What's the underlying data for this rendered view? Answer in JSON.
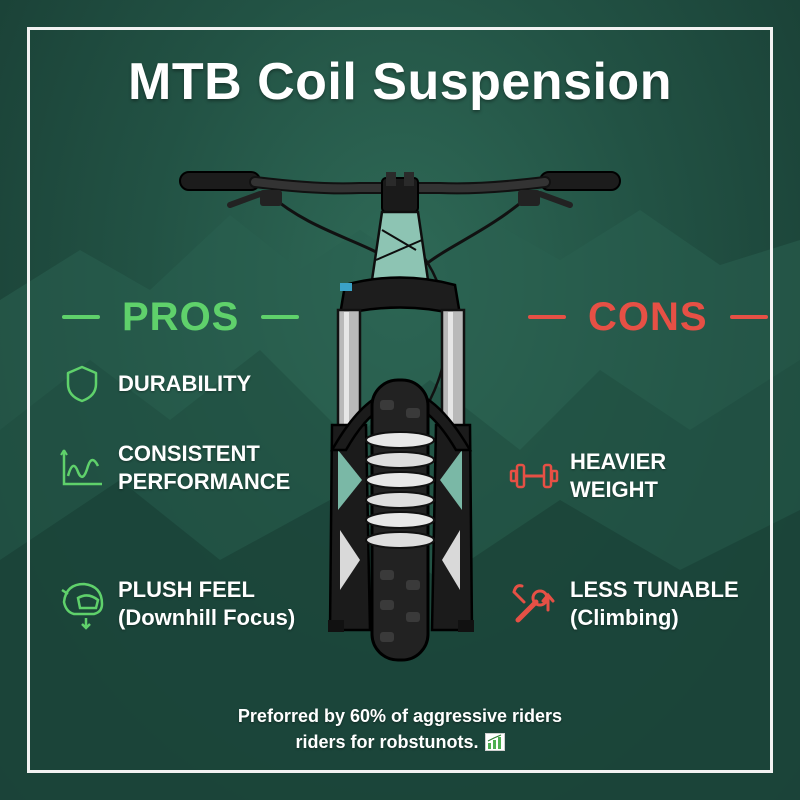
{
  "title": "MTB Coil Suspension",
  "colors": {
    "pros": "#5fd16b",
    "cons": "#e65045",
    "background": "#225244",
    "frame": "#f2f2f2"
  },
  "pros": {
    "heading": "PROS",
    "items": [
      {
        "icon": "shield-icon",
        "lines": [
          "DURABILITY"
        ]
      },
      {
        "icon": "performance-graph-icon",
        "lines": [
          "CONSISTENT",
          "PERFORMANCE"
        ]
      },
      {
        "icon": "downhill-helmet-icon",
        "lines": [
          "PLUSH FEEL",
          "(Downhill Focus)"
        ]
      }
    ]
  },
  "cons": {
    "heading": "CONS",
    "items": [
      {
        "icon": "dumbbell-icon",
        "lines": [
          "HEAVIER",
          "WEIGHT"
        ]
      },
      {
        "icon": "wrench-icon",
        "lines": [
          "LESS TUNABLE",
          "(Climbing)"
        ]
      }
    ]
  },
  "footer": {
    "line1": "Preforred by 60% of aggressive riders",
    "line2": "riders for robstunots.",
    "icon": "bar-chart-icon"
  }
}
